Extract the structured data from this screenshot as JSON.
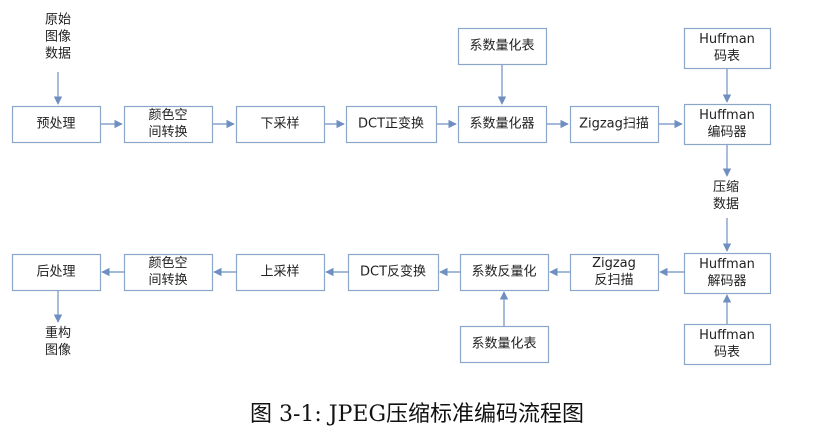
{
  "caption": "图 3-1: JPEG压缩标准编码流程图",
  "nodes": {
    "raw_input": [
      "原始",
      "图像",
      "数据"
    ],
    "preprocess": [
      "预处理"
    ],
    "color_convert_enc": [
      "颜色空",
      "间转换"
    ],
    "downsample": [
      "下采样"
    ],
    "dct_forward": [
      "DCT正变换"
    ],
    "quantizer": [
      "系数量化器"
    ],
    "quant_table_top": [
      "系数量化表"
    ],
    "zigzag_scan": [
      "Zigzag扫描"
    ],
    "huffman_table_top": [
      "Huffman",
      "码表"
    ],
    "huffman_encoder": [
      "Huffman",
      "编码器"
    ],
    "compressed_data": [
      "压缩",
      "数据"
    ],
    "huffman_decoder": [
      "Huffman",
      "解码器"
    ],
    "huffman_table_bottom": [
      "Huffman",
      "码表"
    ],
    "zigzag_inverse": [
      "Zigzag",
      "反扫描"
    ],
    "dequantize": [
      "系数反量化"
    ],
    "quant_table_bottom": [
      "系数量化表"
    ],
    "dct_inverse": [
      "DCT反变换"
    ],
    "upsample": [
      "上采样"
    ],
    "color_convert_dec": [
      "颜色空",
      "间转换"
    ],
    "postprocess": [
      "后处理"
    ],
    "reconstructed": [
      "重构",
      "图像"
    ]
  },
  "colors": {
    "box_border": "#8aa6c8",
    "arrow": "#6f8fc0",
    "text": "#222222"
  }
}
